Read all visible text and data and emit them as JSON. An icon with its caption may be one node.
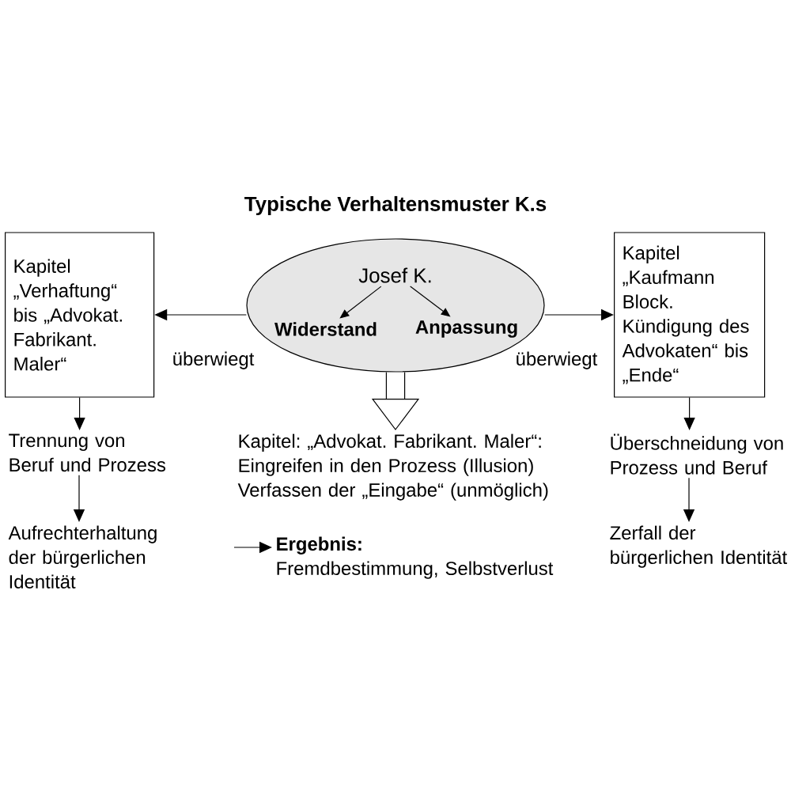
{
  "diagram": {
    "title": "Typische Verhaltensmuster K.s",
    "nodes": [
      {
        "text": [
          "Kapitel „Verhaftung“ bis „Advokat. Fabrikant. Maler“"
        ]
      },
      {
        "text": [],
        "shape": "ellipse"
      },
      {
        "text": [
          "Josef K."
        ],
        "in": 1
      },
      {
        "text": [
          "Widerstand"
        ],
        "in": 1
      },
      {
        "text": [
          "Anpassung"
        ],
        "in": 1
      },
      {
        "text": [
          "Kapitel „Kaufmann Block. Kündigung des Advokaten“ bis „Ende“"
        ]
      },
      {
        "text": [
          "Trennung von Beruf und Prozess"
        ]
      },
      {
        "text": [
          "Kapitel: „Advokat. Fabrikant. Maler“:",
          "Eingreifen in den Prozess (Illusion)",
          "Verfassen der „Eingabe“ (unmöglich)"
        ]
      },
      {
        "text": [
          "Überschneidung von Prozess und Beruf"
        ]
      },
      {
        "text": [
          "Aufrechterhaltung der bürgerlichen Identität"
        ]
      },
      {
        "text": [
          "Ergebnis:",
          "Fremdbestimmung, Selbstverlust"
        ]
      },
      {
        "text": [
          "Zerfall der bürgerlichen Identität"
        ]
      }
    ],
    "edges": [
      {
        "from": 2,
        "to": 3,
        "arrow": "to"
      },
      {
        "from": 2,
        "to": 4,
        "arrow": "to"
      },
      {
        "from": 1,
        "to": 0,
        "arrow": "to",
        "label": "überwiegt"
      },
      {
        "from": 1,
        "to": 5,
        "arrow": "to",
        "label": "überwiegt"
      },
      {
        "from": 1,
        "to": 7,
        "arrow": "to",
        "style": "thick"
      },
      {
        "from": 0,
        "to": 6,
        "arrow": "to"
      },
      {
        "from": 6,
        "to": 9,
        "arrow": "to"
      },
      {
        "from": 5,
        "to": 8,
        "arrow": "to"
      },
      {
        "from": 8,
        "to": 11,
        "arrow": "to"
      },
      {
        "from": null,
        "to": 10,
        "arrow": "to"
      }
    ]
  }
}
